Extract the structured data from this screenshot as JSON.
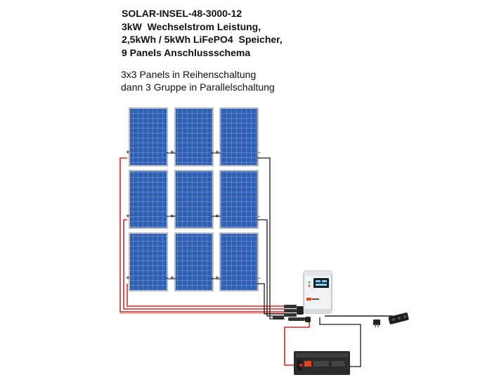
{
  "title": {
    "line1": "SOLAR-INSEL-48-3000-12",
    "line2": "3kW  Wechselstrom Leistung,",
    "line3": "2,5kWh / 5kWh LiFePO4  Speicher,",
    "line4": "9 Panels Anschlussschema"
  },
  "subtitle": {
    "line1": "3x3 Panels in Reihenschaltung",
    "line2": "dann 3 Gruppe in Parallelschaltung"
  },
  "polarity": {
    "plus": "+",
    "minus": "-"
  },
  "colors": {
    "panel_blue": "#2f5fb3",
    "panel_grid": "#9fb8e6",
    "frame": "#b9bcc2",
    "wire_positive": "#d22a2a",
    "wire_negative": "#1a1a1a",
    "inverter_body": "#f1f2f4",
    "battery_body": "#2b2b2b"
  },
  "icons": {
    "panel": "solar-panel-icon",
    "inverter": "inverter-icon",
    "battery": "battery-icon",
    "outlet": "power-strip-icon"
  }
}
